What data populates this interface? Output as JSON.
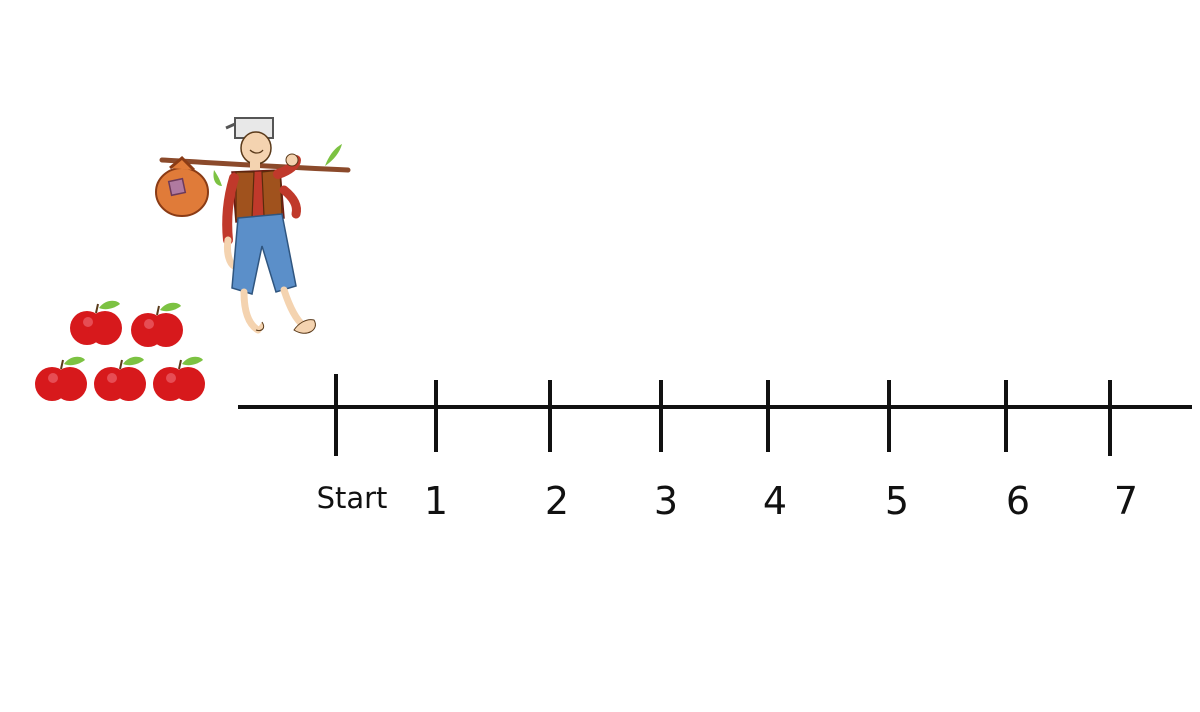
{
  "number_line": {
    "start_label": "Start",
    "tick_labels": [
      "1",
      "2",
      "3",
      "4",
      "5",
      "6",
      "7"
    ]
  },
  "illustration": {
    "character": "wanderer-with-bindle",
    "apple_count": 5,
    "colors": {
      "apple": "#d7191c",
      "leaf": "#7cc242",
      "shirt": "#c0392b",
      "vest": "#a0521d",
      "pants": "#5b8fc9",
      "bindle": "#e07b39",
      "line": "#111111"
    }
  }
}
